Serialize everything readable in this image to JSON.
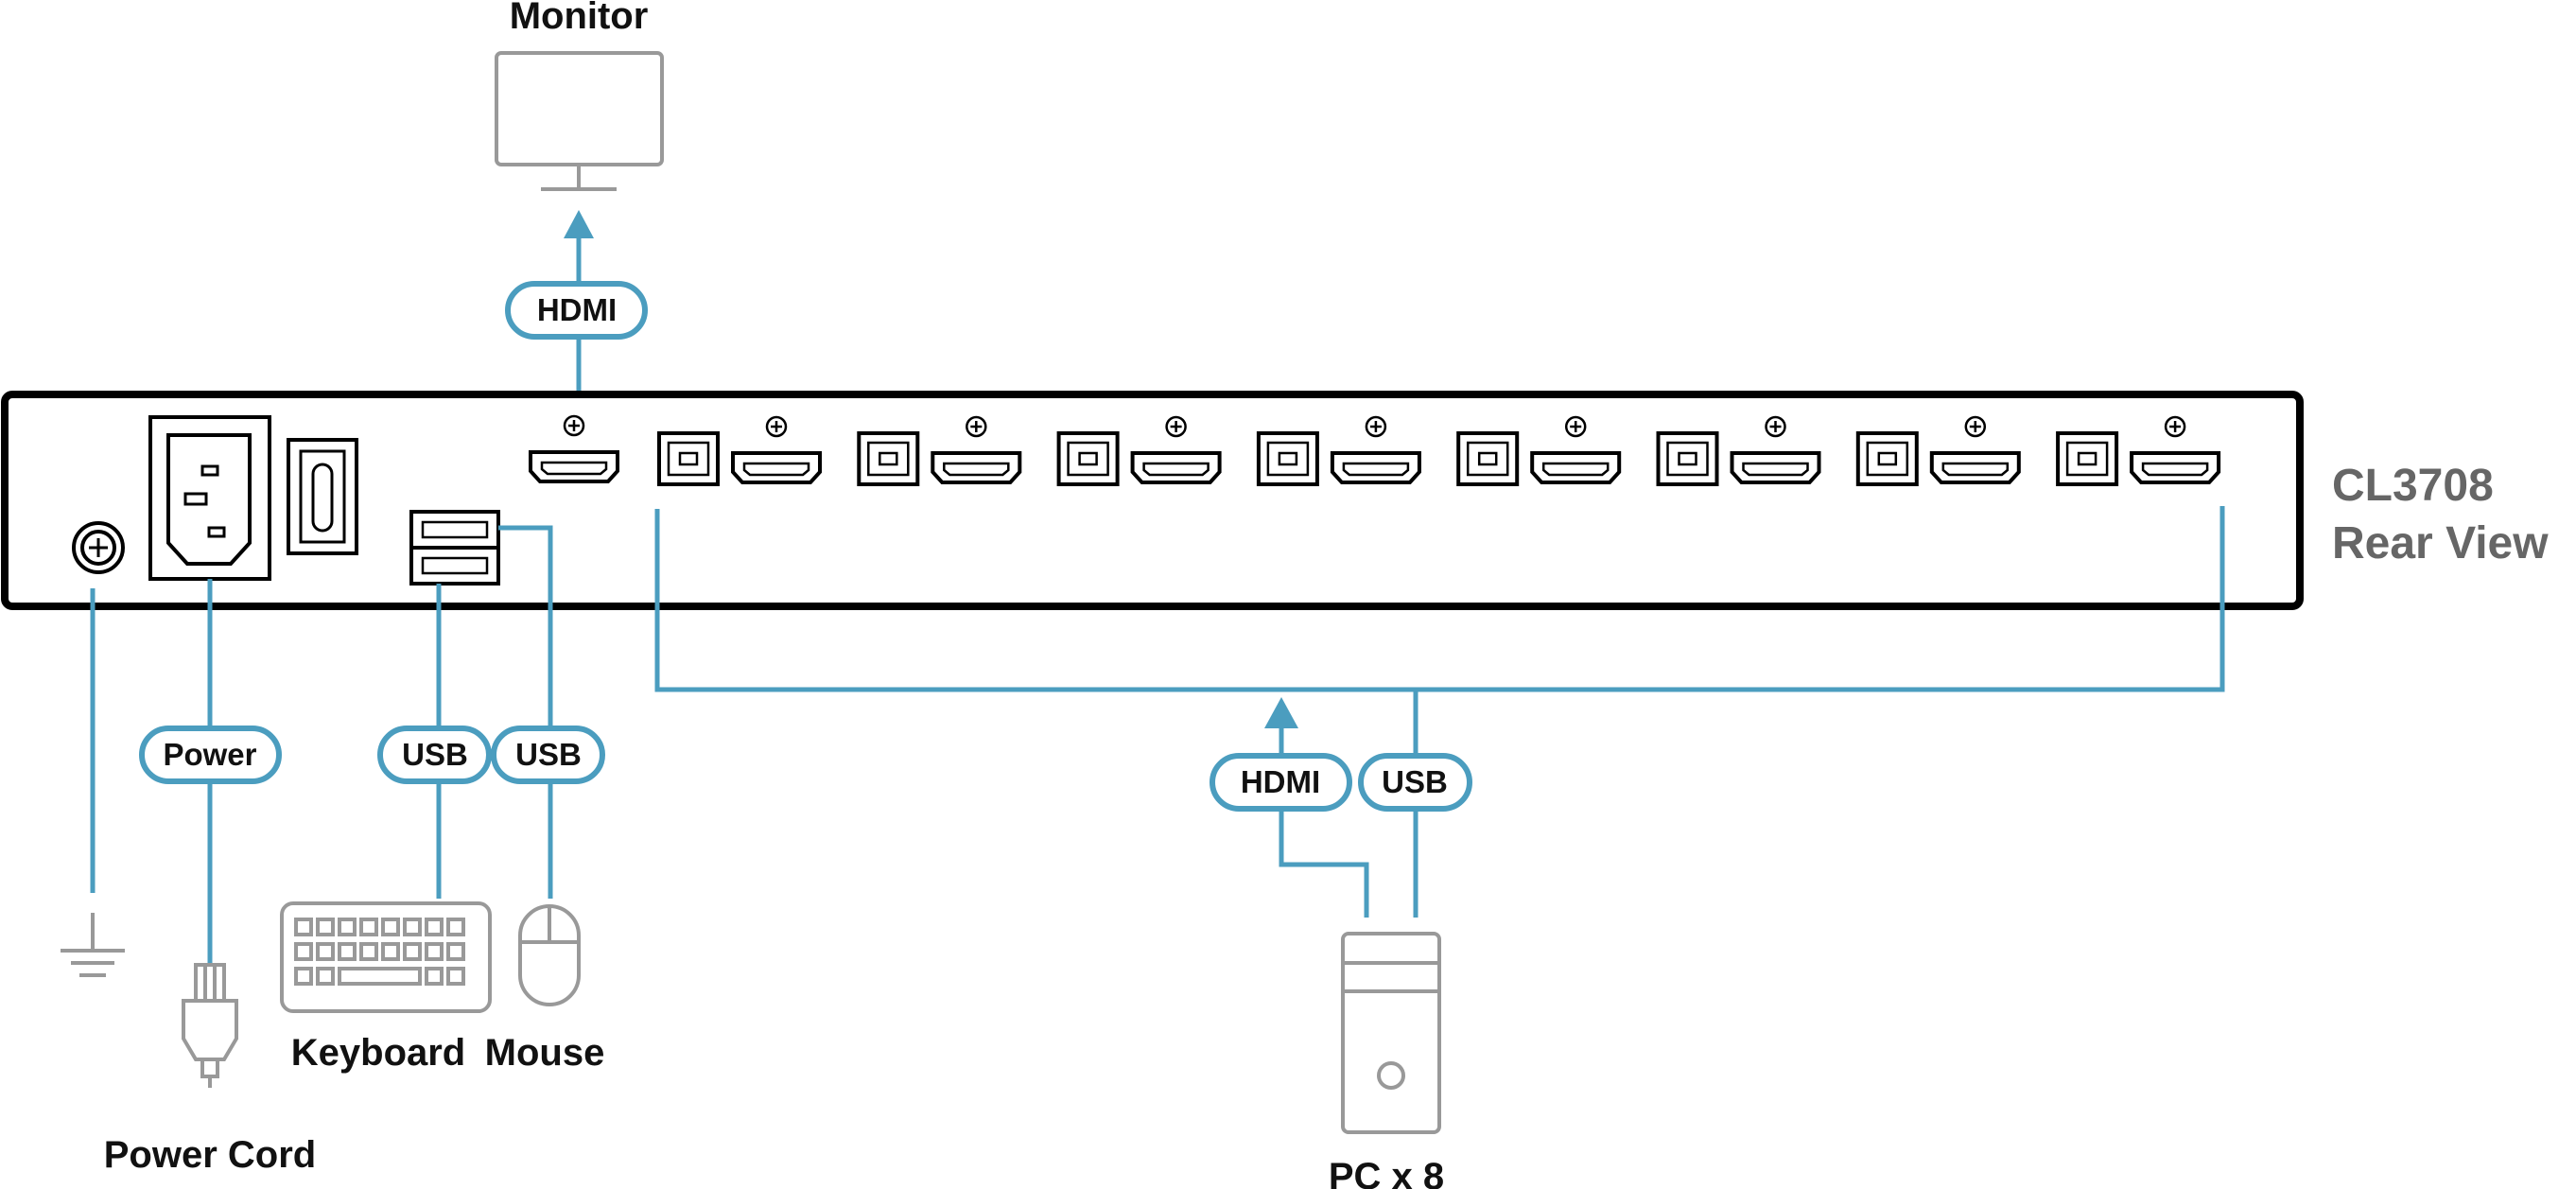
{
  "colors": {
    "cable": "#4b9dbf",
    "device_outline": "#999999",
    "panel_outline": "#000000",
    "model_text": "#666666",
    "label_text": "#111111"
  },
  "device": {
    "model": "CL3708",
    "view": "Rear View",
    "port_groups": 8
  },
  "labels": {
    "monitor": "Monitor",
    "keyboard": "Keyboard",
    "mouse": "Mouse",
    "power_cord": "Power Cord",
    "pc": "PC x 8"
  },
  "cables": {
    "monitor_hdmi": "HDMI",
    "power": "Power",
    "keyboard_usb": "USB",
    "mouse_usb": "USB",
    "pc_hdmi": "HDMI",
    "pc_usb": "USB"
  },
  "icons": {
    "monitor": "monitor-icon",
    "keyboard": "keyboard-icon",
    "mouse": "mouse-icon",
    "power_plug": "power-plug-icon",
    "ground": "ground-icon",
    "pc": "pc-tower-icon",
    "screw": "screw-icon",
    "hdmi_port": "hdmi-port-icon",
    "usb_b_port": "usb-b-port-icon",
    "usb_a_port": "usb-a-port-icon",
    "power_socket": "power-socket-icon",
    "power_switch": "power-switch-icon"
  }
}
